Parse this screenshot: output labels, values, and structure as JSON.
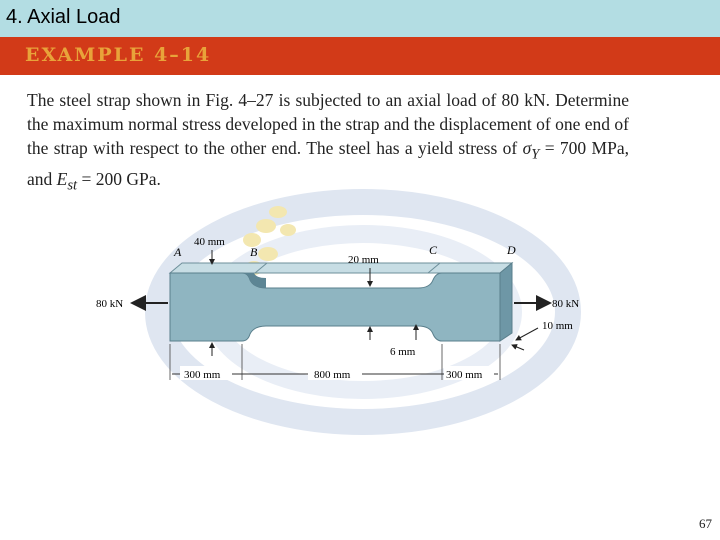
{
  "header": {
    "title": "4. Axial Load"
  },
  "example": {
    "title": "EXAMPLE 4–14"
  },
  "problem": {
    "part1": "The steel strap shown in Fig. 4–27 is subjected to an axial load of 80 kN. Determine the maximum normal stress developed in the strap and the displacement of one end of the strap with respect to the other end. The steel has a yield stress of ",
    "sigma_symbol": "σ",
    "sigma_sub": "Y",
    "part2": " = 700 MPa, and ",
    "E_symbol": "E",
    "E_sub": "st",
    "part3": " = 200 GPa."
  },
  "figure": {
    "point_a": "A",
    "point_b": "B",
    "point_c": "C",
    "point_d": "D",
    "dim_width_end": "40 mm",
    "dim_width_mid": "20 mm",
    "dim_thickness": "6 mm",
    "dim_depth": "10 mm",
    "load_left": "80 kN",
    "load_right": "80 kN",
    "len_left": "300 mm",
    "len_mid": "800 mm",
    "len_right": "300 mm",
    "colors": {
      "strap_face": "#8fb5c1",
      "strap_top": "#c7dde4",
      "strap_side": "#6e97a6"
    }
  },
  "footer": {
    "page_number": "67"
  }
}
